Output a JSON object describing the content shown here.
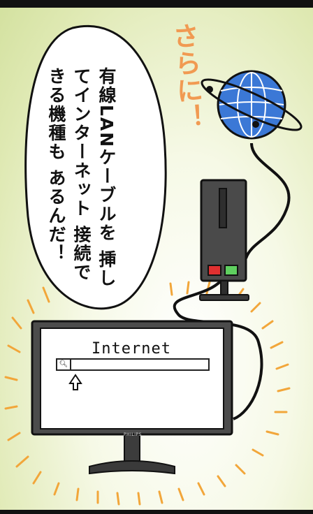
{
  "speech_bubble": {
    "lines": [
      "有線LANケーブルを",
      "挿してインターネット",
      "接続できる機種も",
      "あるんだ！"
    ]
  },
  "exclamation": "さらに！",
  "monitor": {
    "screen_title": "Internet",
    "search_icon": "magnifier-icon",
    "brand_label": "PHILIPS"
  },
  "colors": {
    "background": "#dfe9b3",
    "accent_text": "#f19a52",
    "globe": "#3b78d6",
    "router_led_red": "#e03030",
    "router_led_green": "#5fcf5f",
    "burst_lines": "#f2a63a"
  }
}
